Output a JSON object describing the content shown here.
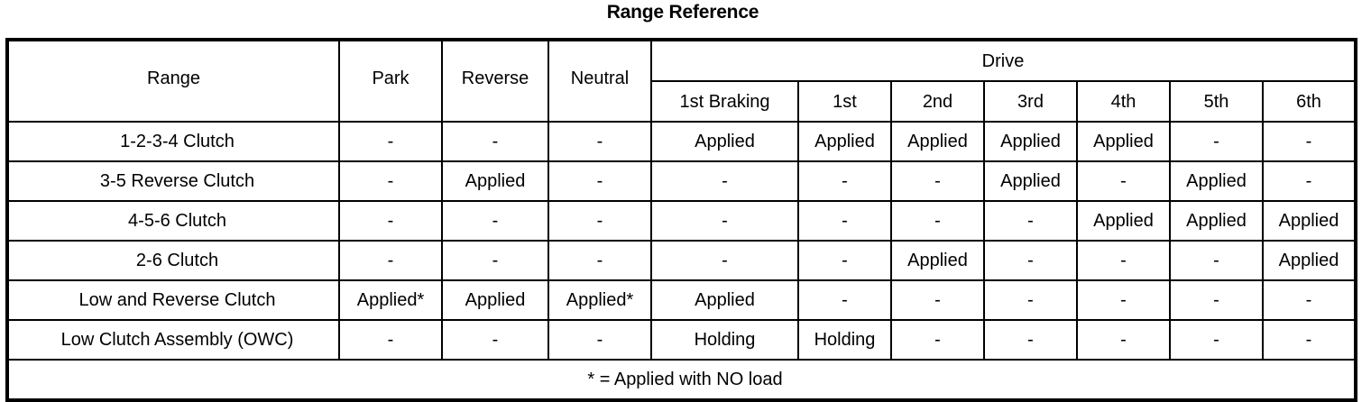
{
  "title": "Range Reference",
  "table": {
    "group_header": {
      "range_label": "Range",
      "park_label": "Park",
      "reverse_label": "Reverse",
      "neutral_label": "Neutral",
      "drive_label": "Drive"
    },
    "drive_columns": [
      "1st Braking",
      "1st",
      "2nd",
      "3rd",
      "4th",
      "5th",
      "6th"
    ],
    "columns": [
      "Range",
      "Park",
      "Reverse",
      "Neutral",
      "1st Braking",
      "1st",
      "2nd",
      "3rd",
      "4th",
      "5th",
      "6th"
    ],
    "rows": [
      {
        "label": "1-2-3-4 Clutch",
        "cells": [
          "-",
          "-",
          "-",
          "Applied",
          "Applied",
          "Applied",
          "Applied",
          "Applied",
          "-",
          "-"
        ]
      },
      {
        "label": "3-5 Reverse Clutch",
        "cells": [
          "-",
          "Applied",
          "-",
          "-",
          "-",
          "-",
          "Applied",
          "-",
          "Applied",
          "-"
        ]
      },
      {
        "label": "4-5-6 Clutch",
        "cells": [
          "-",
          "-",
          "-",
          "-",
          "-",
          "-",
          "-",
          "Applied",
          "Applied",
          "Applied"
        ]
      },
      {
        "label": "2-6 Clutch",
        "cells": [
          "-",
          "-",
          "-",
          "-",
          "-",
          "Applied",
          "-",
          "-",
          "-",
          "Applied"
        ]
      },
      {
        "label": "Low and Reverse Clutch",
        "cells": [
          "Applied*",
          "Applied",
          "Applied*",
          "Applied",
          "-",
          "-",
          "-",
          "-",
          "-",
          "-"
        ]
      },
      {
        "label": "Low Clutch Assembly (OWC)",
        "cells": [
          "-",
          "-",
          "-",
          "Holding",
          "Holding",
          "-",
          "-",
          "-",
          "-",
          "-"
        ]
      }
    ],
    "footnote": "* = Applied with NO load"
  },
  "colors": {
    "background": "#ffffff",
    "text": "#000000",
    "border": "#000000"
  }
}
